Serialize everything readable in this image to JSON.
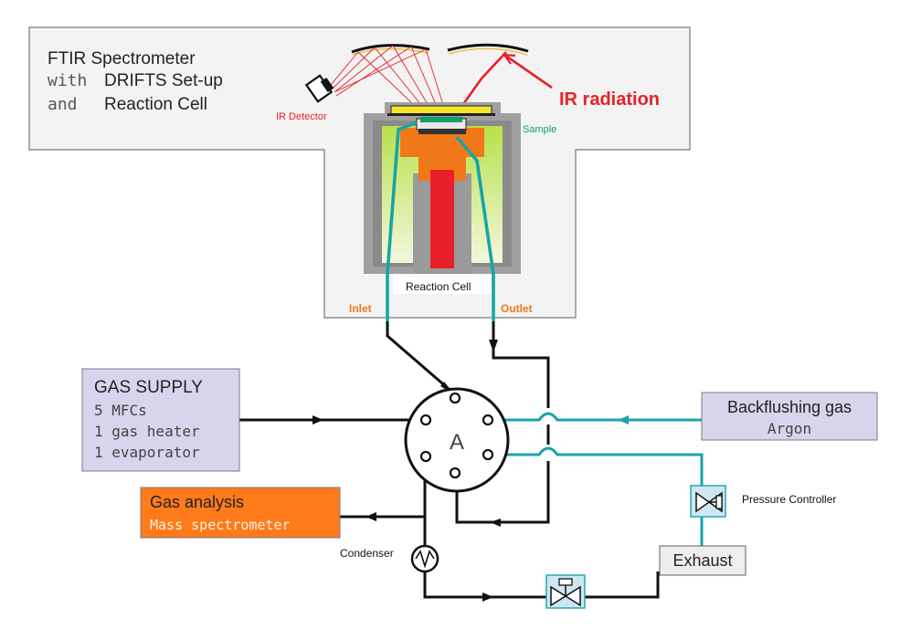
{
  "ftir": {
    "line1": "FTIR Spectrometer",
    "line2_prefix": "with",
    "line2_main": "DRIFTS Set-up",
    "line3_prefix": "and",
    "line3_main": "Reaction Cell",
    "ir_detector": "IR Detector",
    "ir_radiation": "IR radiation",
    "sample": "Sample",
    "reaction_cell": "Reaction Cell",
    "inlet": "Inlet",
    "outlet": "Outlet"
  },
  "gas_supply": {
    "title": "GAS SUPPLY",
    "items": [
      "5 MFCs",
      "1 gas heater",
      "1 evaporator"
    ]
  },
  "gas_analysis": {
    "title": "Gas analysis",
    "subtitle": "Mass spectrometer"
  },
  "backflushing": {
    "title": "Backflushing gas",
    "subtitle": "Argon"
  },
  "valve_label": "A",
  "condenser": "Condenser",
  "pressure_controller": "Pressure Controller",
  "exhaust": "Exhaust",
  "colors": {
    "box_fill": "#d8d4ec",
    "box_stroke": "#7a7a8a",
    "analysis_fill": "#ff7a1a",
    "teal": "#1aa3a8",
    "red": "#e8202a",
    "green_fill": "#c8e86a",
    "orange_holder": "#f07818",
    "gray_block": "#9a9a9a"
  }
}
